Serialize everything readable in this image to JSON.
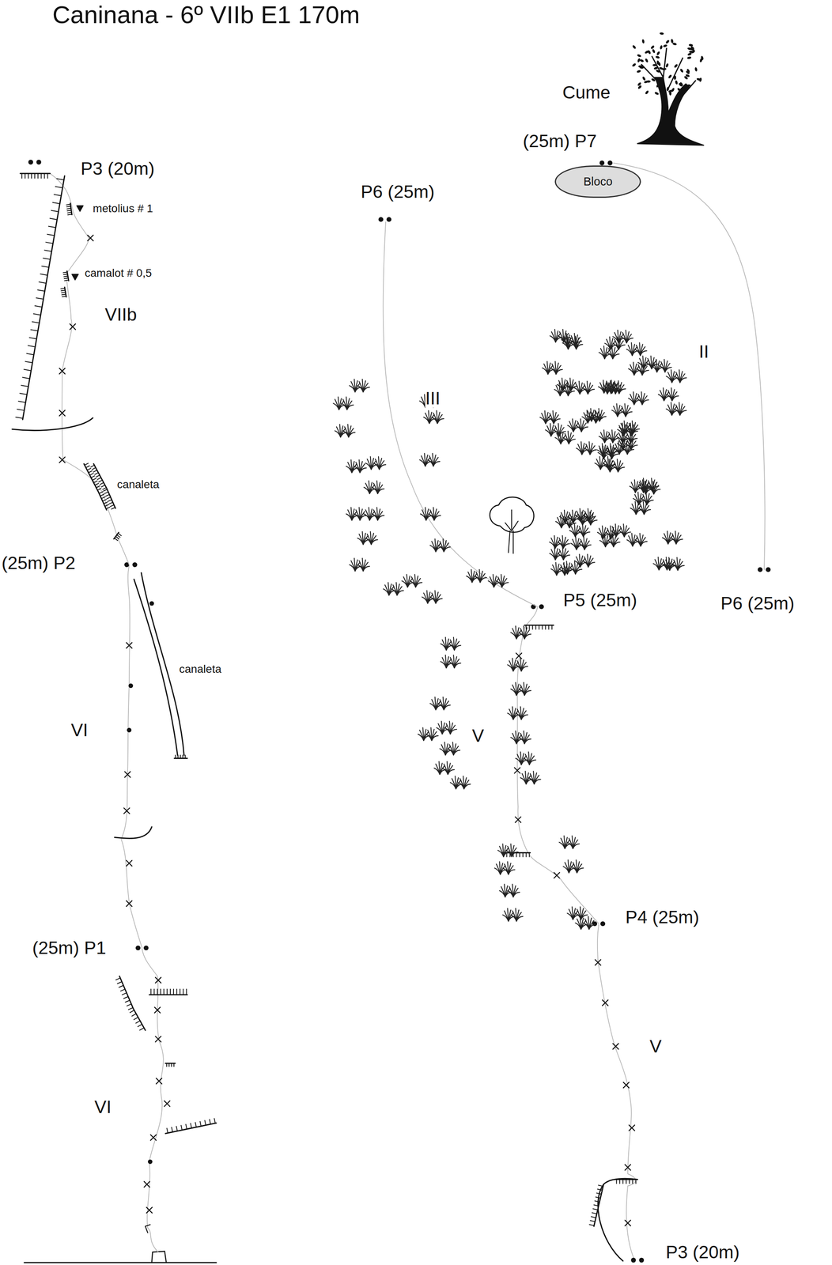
{
  "diagram": {
    "title": "Caninana - 6º VIIb E1 170m",
    "nodes": [
      {
        "text": [
          "Bloco"
        ]
      }
    ],
    "labels": [
      "P3 (20m)",
      "metolius # 1",
      "camalot # 0,5",
      "VIIb",
      "canaleta",
      "(25m) P2",
      "canaleta",
      "VI",
      "(25m) P1",
      "VI",
      "Cume",
      "(25m) P7",
      "P6 (25m)",
      "III",
      "II",
      "P5 (25m)",
      "V",
      "P6 (25m)",
      "P4 (25m)",
      "V",
      "P3 (20m)"
    ]
  }
}
